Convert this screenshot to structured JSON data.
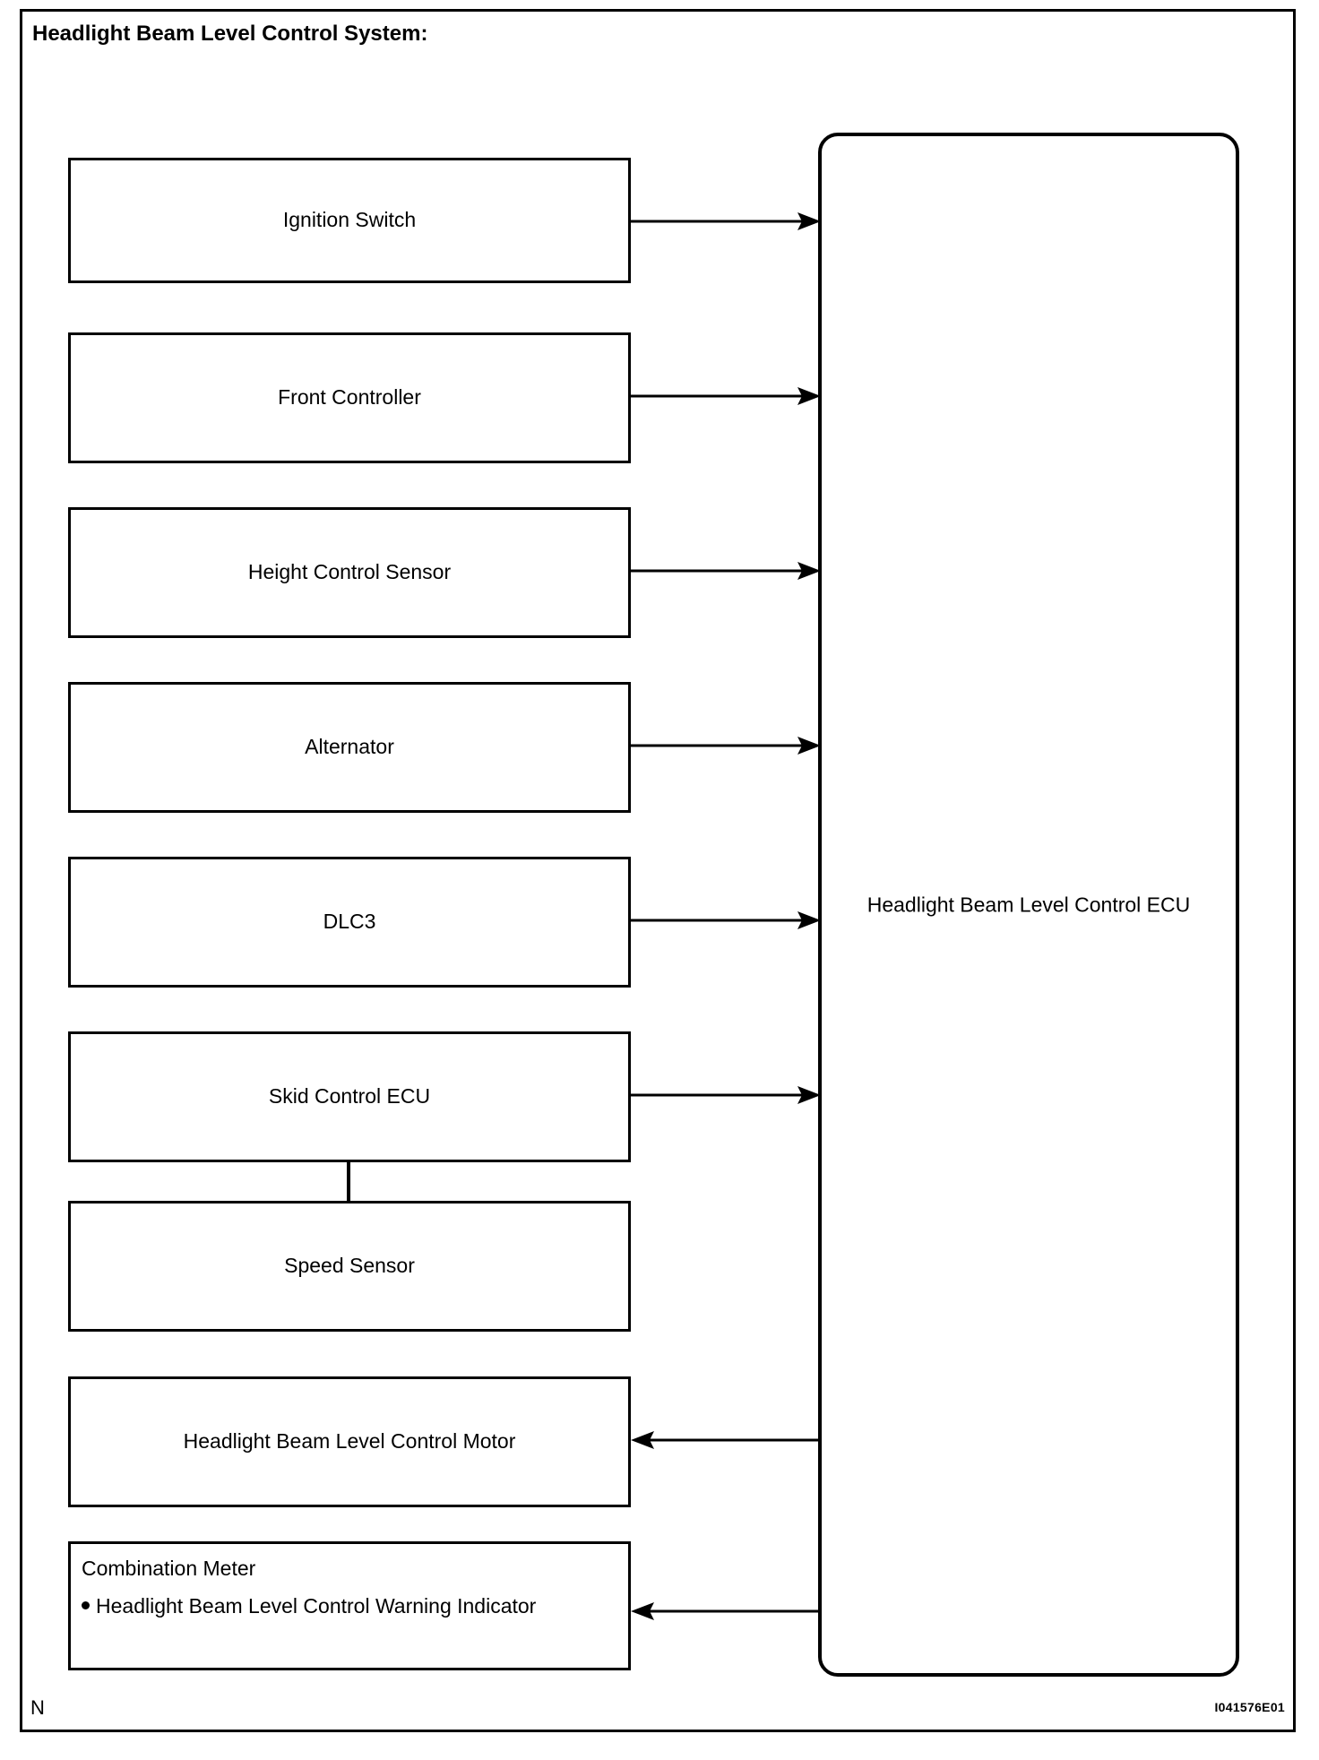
{
  "title": "Headlight Beam Level Control System:",
  "ecu": {
    "label": "Headlight Beam Level Control ECU",
    "name": "headlight-beam-level-control-ecu"
  },
  "inputs": [
    {
      "label": "Ignition Switch",
      "direction": "to-ecu"
    },
    {
      "label": "Front Controller",
      "direction": "to-ecu"
    },
    {
      "label": "Height Control Sensor",
      "direction": "to-ecu"
    },
    {
      "label": "Alternator",
      "direction": "to-ecu"
    },
    {
      "label": "DLC3",
      "direction": "to-ecu"
    },
    {
      "label": "Skid Control ECU",
      "direction": "to-ecu"
    },
    {
      "label": "Speed Sensor",
      "direction": "none"
    }
  ],
  "outputs": [
    {
      "label": "Headlight Beam Level Control Motor",
      "direction": "from-ecu"
    }
  ],
  "combination_meter": {
    "title": "Combination Meter",
    "items": [
      "Headlight Beam Level Control Warning Indicator"
    ],
    "direction": "from-ecu"
  },
  "footer": {
    "left_mark": "N",
    "reference_code": "I041576E01"
  },
  "colors": {
    "line": "#000000",
    "background": "#ffffff",
    "text": "#000000"
  }
}
